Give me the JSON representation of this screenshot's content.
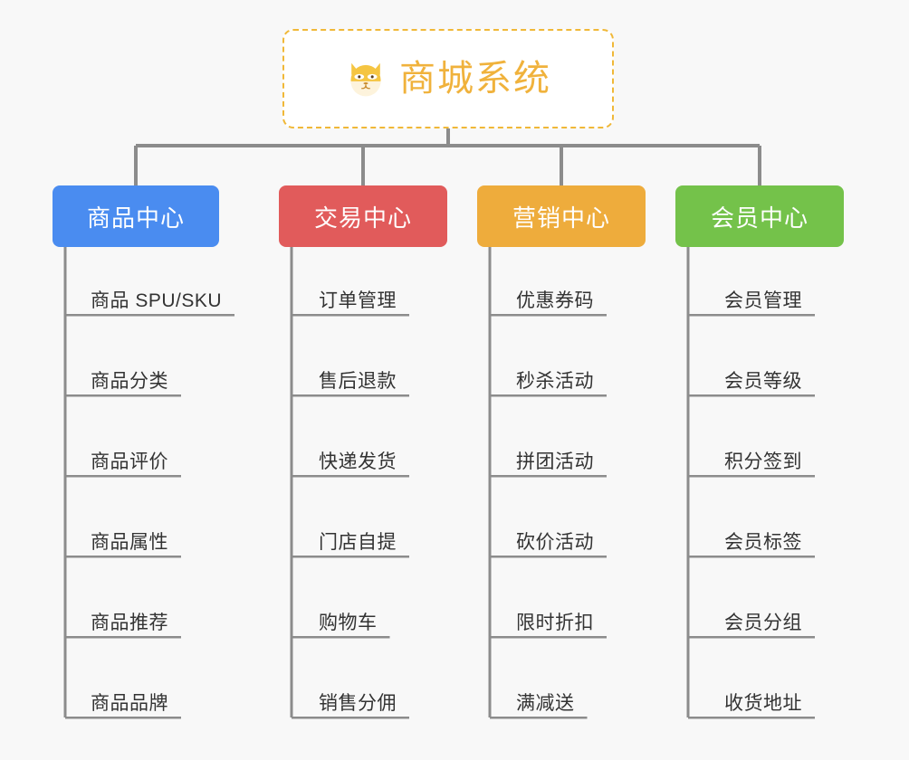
{
  "background_color": "#f8f8f8",
  "root": {
    "title": "商城系统",
    "icon": "shiba-dog-face-icon",
    "border_color": "#f0b838",
    "text_color": "#f0b23c"
  },
  "branches": [
    {
      "label": "商品中心",
      "color": "#4a8cf0",
      "items": [
        "商品 SPU/SKU",
        "商品分类",
        "商品评价",
        "商品属性",
        "商品推荐",
        "商品品牌"
      ]
    },
    {
      "label": "交易中心",
      "color": "#e15b5b",
      "items": [
        "订单管理",
        "售后退款",
        "快递发货",
        "门店自提",
        "购物车",
        "销售分佣"
      ]
    },
    {
      "label": "营销中心",
      "color": "#eeac3c",
      "items": [
        "优惠券码",
        "秒杀活动",
        "拼团活动",
        "砍价活动",
        "限时折扣",
        "满减送"
      ]
    },
    {
      "label": "会员中心",
      "color": "#74c24a",
      "items": [
        "会员管理",
        "会员等级",
        "积分签到",
        "会员标签",
        "会员分组",
        "收货地址"
      ]
    }
  ],
  "connector_color": "#8c8c8c"
}
